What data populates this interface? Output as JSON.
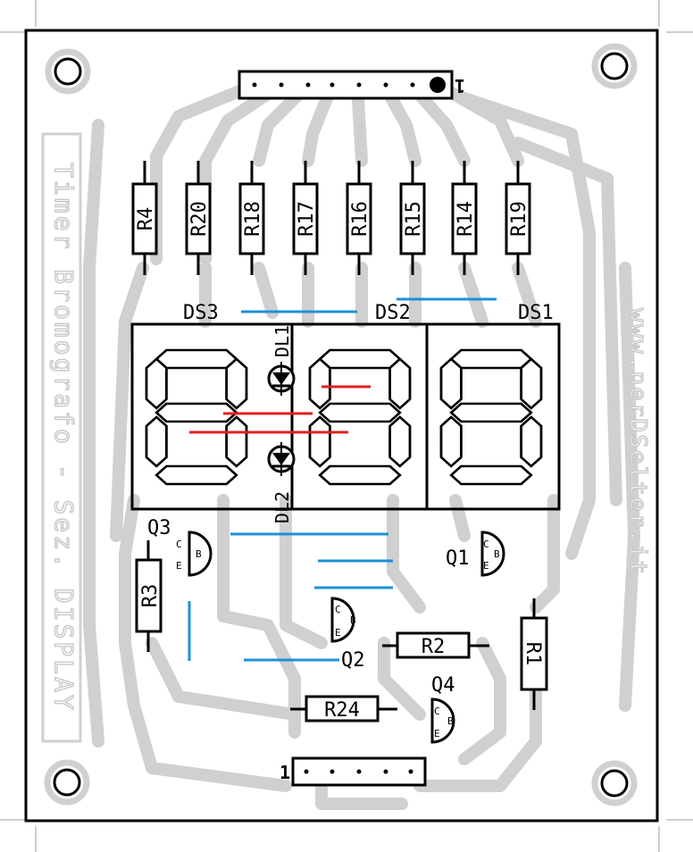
{
  "board": {
    "side_text": "Timer Bromografo - Sez. DISPLAY",
    "website": "www.nerDSelter.it",
    "pin1_marker_top": "1",
    "pin1_marker_bottom": "1"
  },
  "components": {
    "resistors_top": [
      "R4",
      "R20",
      "R18",
      "R17",
      "R16",
      "R15",
      "R14",
      "R19"
    ],
    "displays": [
      "DS3",
      "DS2",
      "DS1"
    ],
    "leds": [
      "DL1",
      "DL2"
    ],
    "transistors": [
      "Q3",
      "Q1",
      "Q2",
      "Q4"
    ],
    "transistor_pins": {
      "c": "C",
      "b": "B",
      "e": "E"
    },
    "resistors_other": {
      "r3": "R3",
      "r2": "R2",
      "r1": "R1",
      "r24": "R24"
    }
  },
  "colors": {
    "outline": "#000000",
    "copper": "#d0d0d0",
    "jumper_blue": "#1e90d6",
    "jumper_red": "#e02020",
    "silk_grey": "#c8c8c8"
  }
}
